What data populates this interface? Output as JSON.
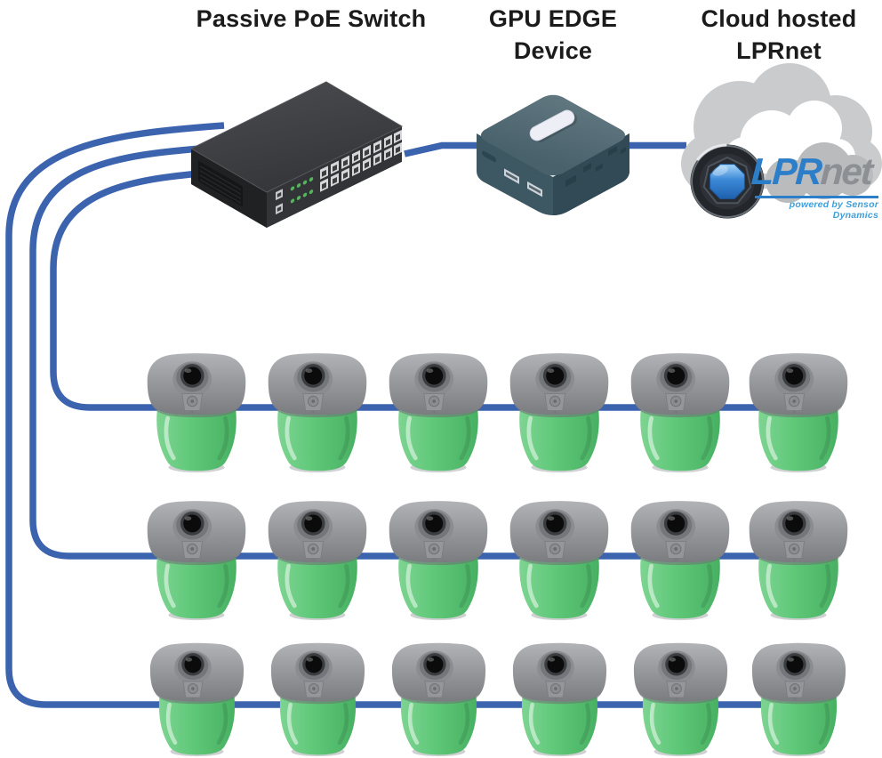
{
  "diagram": {
    "type": "network-topology",
    "background": "#ffffff"
  },
  "labels": {
    "switch_title": "Passive PoE Switch",
    "gpu_title_line1": "GPU EDGE",
    "gpu_title_line2": "Device",
    "cloud_title_line1": "Cloud hosted",
    "cloud_title_line2": "LPRnet"
  },
  "logo": {
    "lpr": "LPR",
    "net": "net",
    "tagline": "powered by Sensor Dynamics"
  },
  "network": {
    "nodes": [
      {
        "id": "poe-switch",
        "label": "Passive PoE Switch",
        "type": "switch"
      },
      {
        "id": "gpu-edge-device",
        "label": "GPU EDGE Device",
        "type": "edge-compute"
      },
      {
        "id": "lprnet-cloud",
        "label": "Cloud hosted LPRnet",
        "type": "cloud-service"
      }
    ],
    "camera_rows": [
      {
        "row": 1,
        "cameras": 6
      },
      {
        "row": 2,
        "cameras": 6
      },
      {
        "row": 3,
        "cameras": 6
      }
    ],
    "total_cameras": 18,
    "connections": [
      {
        "from": "poe-switch",
        "to": "gpu-edge-device"
      },
      {
        "from": "gpu-edge-device",
        "to": "lprnet-cloud"
      },
      {
        "from": "poe-switch",
        "to": "camera-row-1"
      },
      {
        "from": "poe-switch",
        "to": "camera-row-2"
      },
      {
        "from": "poe-switch",
        "to": "camera-row-3"
      }
    ]
  },
  "colors": {
    "cable_blue": "#3b63ae",
    "camera_green": "#5ec878",
    "camera_head_gray": "#929498",
    "switch_dark": "#3a3c3e",
    "gpu_teal": "#50666f",
    "cloud_gray": "#c9cbcd",
    "logo_blue": "#2d7ec9",
    "logo_gray": "#8c8f93",
    "led_green": "#54b55c"
  }
}
